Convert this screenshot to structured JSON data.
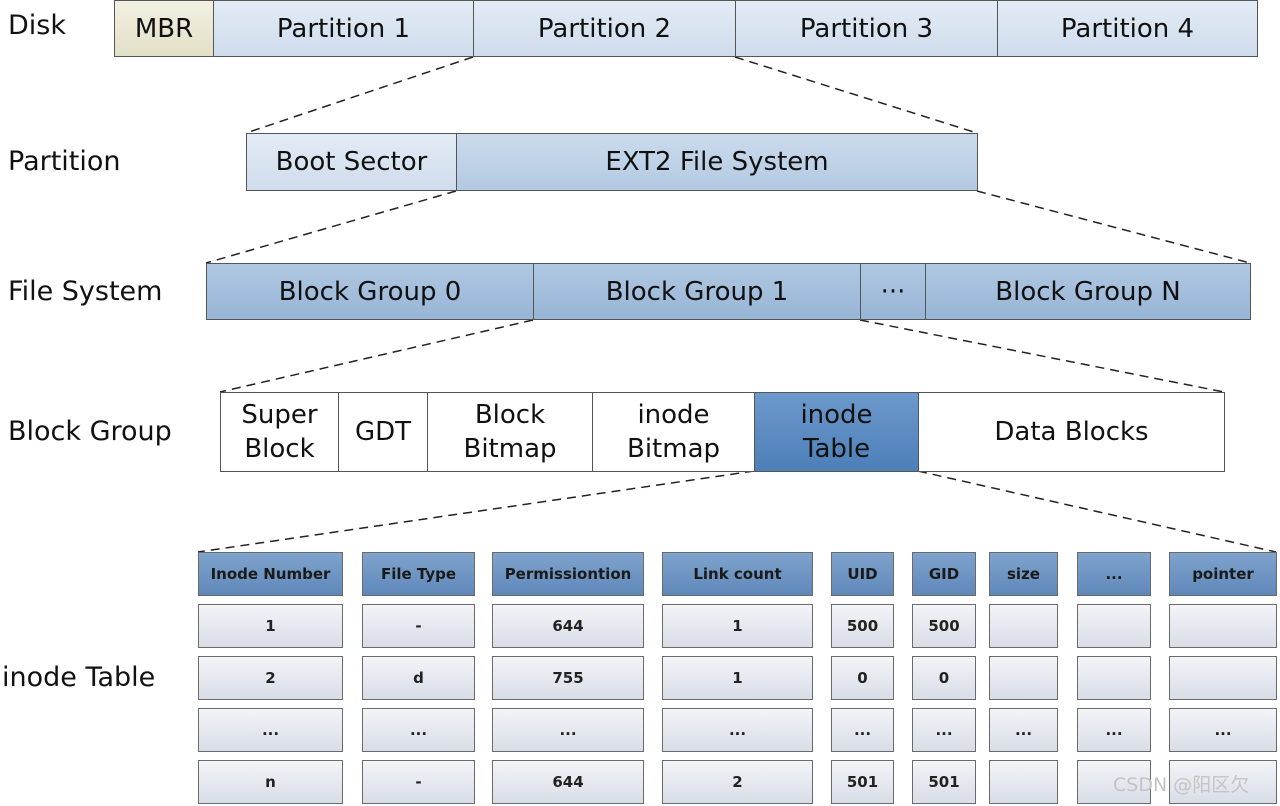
{
  "labels": {
    "disk": "Disk",
    "partition": "Partition",
    "file_system": "File System",
    "block_group": "Block Group",
    "inode_table": "inode Table"
  },
  "disk_row": [
    "MBR",
    "Partition 1",
    "Partition 2",
    "Partition 3",
    "Partition 4"
  ],
  "partition_row": [
    "Boot Sector",
    "EXT2 File System"
  ],
  "fs_row": [
    "Block Group 0",
    "Block Group 1",
    "···",
    "Block Group N"
  ],
  "bg_row": [
    "Super\nBlock",
    "GDT",
    "Block\nBitmap",
    "inode\nBitmap",
    "inode\nTable",
    "Data Blocks"
  ],
  "inode_table": {
    "headers": [
      "Inode Number",
      "File Type",
      "Permissiontion",
      "Link count",
      "UID",
      "GID",
      "size",
      "...",
      "pointer"
    ],
    "rows": [
      [
        "1",
        "-",
        "644",
        "1",
        "500",
        "500",
        "",
        "",
        ""
      ],
      [
        "2",
        "d",
        "755",
        "1",
        "0",
        "0",
        "",
        "",
        ""
      ],
      [
        "...",
        "...",
        "...",
        "...",
        "...",
        "...",
        "...",
        "...",
        "..."
      ],
      [
        "n",
        "-",
        "644",
        "2",
        "501",
        "501",
        "",
        "",
        ""
      ]
    ]
  },
  "watermark": "CSDN @阳区欠"
}
